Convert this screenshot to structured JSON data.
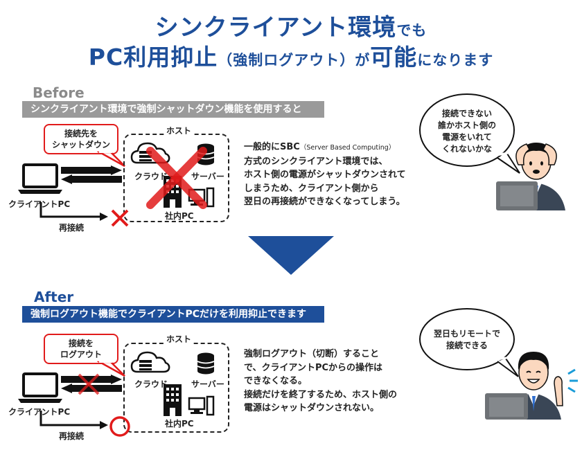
{
  "title": {
    "line1_main": "シンクライアント環境",
    "line1_small": "でも",
    "line2_a": "PC利用抑止",
    "line2_b": "（強制ログアウト）",
    "line2_c": "が",
    "line2_d": "可能",
    "line2_e": "になります"
  },
  "before": {
    "label": "Before",
    "bar_text": "シンクライアント環境で強制シャットダウン機能を使用すると",
    "callout_line1": "接続先を",
    "callout_line2": "シャットダウン",
    "host_label": "ホスト",
    "cloud_label": "クラウド",
    "server_label": "サーバー",
    "office_label": "社内PC",
    "client_label": "クライアントPC",
    "reconnect_label": "再接続",
    "desc_line1_a": "一般的にSBC",
    "desc_line1_b": "（Server Based Computing）",
    "desc_line2": "方式のシンクライアント環境では、",
    "desc_line3": "ホスト側の電源がシャットダウンされて",
    "desc_line4": "しまうため、クライアント側から",
    "desc_line5": "翌日の再接続ができなくなってしまう。",
    "bubble_line1": "接続できない",
    "bubble_line2": "誰かホスト側の",
    "bubble_line3": "電源をいれて",
    "bubble_line4": "くれないかな"
  },
  "after": {
    "label": "After",
    "bar_text": "強制ログアウト機能でクライアントPCだけを利用抑止できます",
    "callout_line1": "接続を",
    "callout_line2": "ログアウト",
    "host_label": "ホスト",
    "cloud_label": "クラウド",
    "server_label": "サーバー",
    "office_label": "社内PC",
    "client_label": "クライアントPC",
    "reconnect_label": "再接続",
    "desc_line1": "強制ログアウト（切断）すること",
    "desc_line2": "で、クライアントPCからの操作は",
    "desc_line3": "できなくなる。",
    "desc_line4": "接続だけを終了するため、ホスト側の",
    "desc_line5": "電源はシャットダウンされない。",
    "bubble_line1": "翌日もリモートで",
    "bubble_line2": "接続できる"
  },
  "colors": {
    "title_blue": "#1e4f9a",
    "arrow_blue": "#1e4f9a",
    "before_bar": "#9a9a9a",
    "after_bar": "#1e4f9a",
    "before_label": "#8a8a8a",
    "after_label": "#1e4f9a",
    "alert_red": "#e11b1b"
  }
}
